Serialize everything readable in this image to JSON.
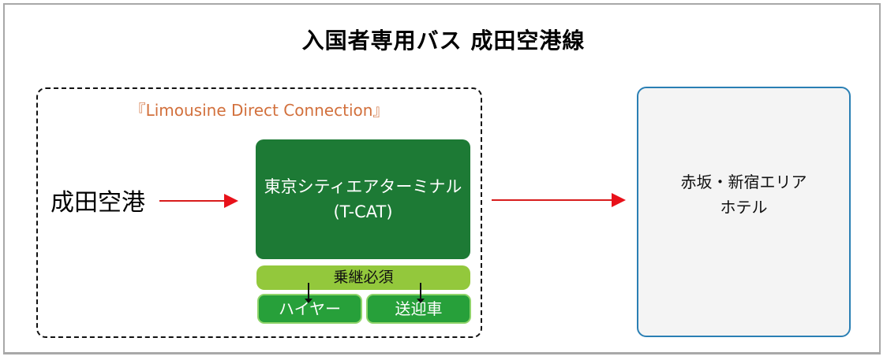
{
  "title": "入国者専用バス 成田空港線",
  "group": {
    "label": "『Limousine Direct Connection』"
  },
  "origin": {
    "label": "成田空港"
  },
  "terminal": {
    "line1": "東京シティエアターミナル",
    "line2": "(T-CAT)"
  },
  "transfer": {
    "label": "乗継必須",
    "options": [
      {
        "label": "ハイヤー"
      },
      {
        "label": "送迎車"
      }
    ]
  },
  "destination": {
    "line1": "赤坂・新宿エリア",
    "line2": "ホテル"
  },
  "colors": {
    "arrow": "#e8111a",
    "terminal_bg": "#1d7a35",
    "transfer_bg": "#93c83c",
    "option_bg": "#27a03a",
    "group_label": "#d2703c",
    "destination_border": "#2a7fb4",
    "destination_bg": "#f4f4f4"
  }
}
